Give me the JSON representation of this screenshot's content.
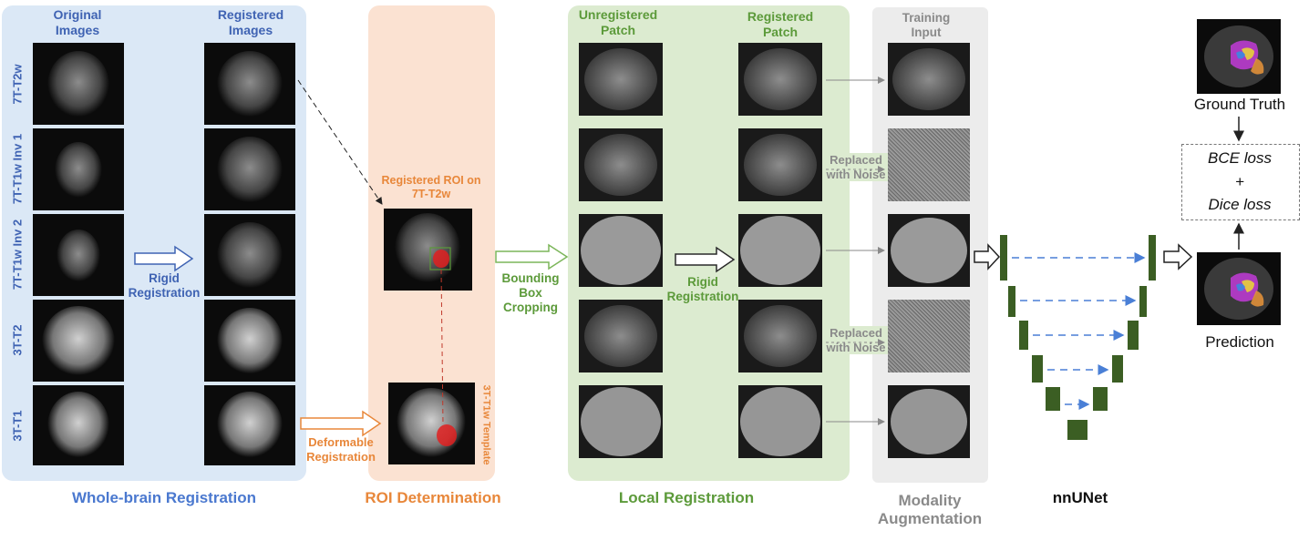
{
  "sections": {
    "whole_brain": {
      "title": "Whole-brain Registration",
      "col_original": "Original Images",
      "col_registered": "Registered Images",
      "rows": [
        "7T-T2w",
        "7T-T1w Inv 1",
        "7T-T1w Inv 2",
        "3T-T2",
        "3T-T1"
      ],
      "arrow_label": "Rigid Registration",
      "deformable_label": "Deformable Registration"
    },
    "roi": {
      "title": "ROI Determination",
      "registered_roi_label": "Registered ROI on 7T-T2w",
      "template_label": "3T-T1w Template"
    },
    "local": {
      "title": "Local Registration",
      "bbox_label": "Bounding Box Cropping",
      "col_unregistered": "Unregistered Patch",
      "col_registered": "Registered Patch",
      "arrow_label": "Rigid Registration"
    },
    "modality": {
      "title": "Modality Augmentation",
      "col_training": "Training Input",
      "replaced_label": "Replaced with Noise"
    },
    "nnunet": {
      "title": "nnUNet"
    },
    "output": {
      "ground_truth": "Ground Truth",
      "prediction": "Prediction",
      "loss_line1": "BCE loss",
      "loss_plus": "+",
      "loss_line2": "Dice loss"
    }
  },
  "colors": {
    "blue_panel": "#dbe8f6",
    "orange_panel": "#fbe2d2",
    "green_panel": "#dcebd0",
    "gray_panel": "#ececec",
    "blue_text": "#3f63b3",
    "orange_text": "#e8873a",
    "green_text": "#5c9a3a",
    "gray_text": "#8a8a8a",
    "unet_green": "#3b5e23",
    "dash_blue": "#4a7fd6"
  }
}
